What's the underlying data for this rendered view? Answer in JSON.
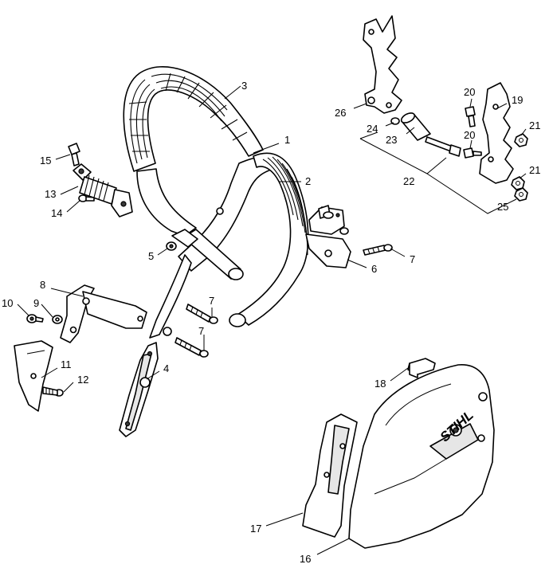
{
  "diagram": {
    "logo_text": "STIHL",
    "callouts": [
      {
        "id": "c1",
        "label": "1"
      },
      {
        "id": "c2",
        "label": "2"
      },
      {
        "id": "c3",
        "label": "3"
      },
      {
        "id": "c4",
        "label": "4"
      },
      {
        "id": "c5",
        "label": "5"
      },
      {
        "id": "c6",
        "label": "6"
      },
      {
        "id": "c7a",
        "label": "7"
      },
      {
        "id": "c7b",
        "label": "7"
      },
      {
        "id": "c7c",
        "label": "7"
      },
      {
        "id": "c8",
        "label": "8"
      },
      {
        "id": "c9",
        "label": "9"
      },
      {
        "id": "c10",
        "label": "10"
      },
      {
        "id": "c11",
        "label": "11"
      },
      {
        "id": "c12",
        "label": "12"
      },
      {
        "id": "c13",
        "label": "13"
      },
      {
        "id": "c14",
        "label": "14"
      },
      {
        "id": "c15",
        "label": "15"
      },
      {
        "id": "c16",
        "label": "16"
      },
      {
        "id": "c17",
        "label": "17"
      },
      {
        "id": "c18",
        "label": "18"
      },
      {
        "id": "c19",
        "label": "19"
      },
      {
        "id": "c20a",
        "label": "20"
      },
      {
        "id": "c20b",
        "label": "20"
      },
      {
        "id": "c21a",
        "label": "21"
      },
      {
        "id": "c21b",
        "label": "21"
      },
      {
        "id": "c22",
        "label": "22"
      },
      {
        "id": "c23",
        "label": "23"
      },
      {
        "id": "c24",
        "label": "24"
      },
      {
        "id": "c25",
        "label": "25"
      },
      {
        "id": "c26",
        "label": "26"
      }
    ]
  }
}
